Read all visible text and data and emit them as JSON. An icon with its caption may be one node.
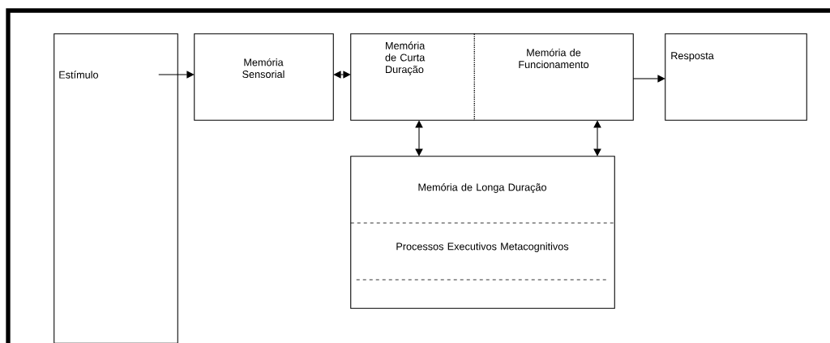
{
  "diagram": {
    "nodes": [
      {
        "text": [
          "Estímulo"
        ]
      },
      {
        "text": [
          "Memória Sensorial"
        ]
      },
      {
        "text": [
          "Memória de Curta Duração"
        ]
      },
      {
        "text": [
          "Memória de Funcionamento"
        ]
      },
      {
        "text": [
          "Resposta"
        ]
      },
      {
        "text": [
          "Memória de Longa Duração",
          "Processos Executivos Metacognitivos"
        ]
      }
    ],
    "edges": [
      {
        "from": 0,
        "to": 1,
        "arrow": "to"
      },
      {
        "from": 1,
        "to": 2,
        "arrow": "both"
      },
      {
        "from": 2,
        "to": 5,
        "arrow": "both"
      },
      {
        "from": 3,
        "to": 5,
        "arrow": "both"
      },
      {
        "from": 3,
        "to": 4,
        "arrow": "to"
      }
    ]
  }
}
